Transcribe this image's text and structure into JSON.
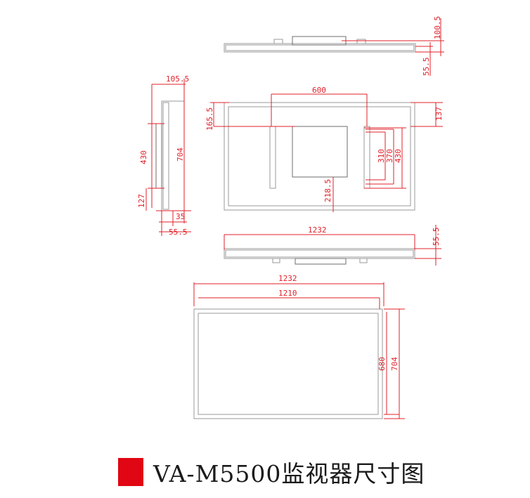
{
  "diagram": {
    "top_view": {
      "dims": {
        "depth_total": "100.5",
        "depth_body": "55.5"
      }
    },
    "side_view": {
      "dims": {
        "top_depth": "105.5",
        "mount_height": "430",
        "height": "704",
        "bottom_offset": "127",
        "thin_depth": "35",
        "body_depth": "55.5"
      }
    },
    "back_view": {
      "dims": {
        "mount_width": "600",
        "top_offset": "165.5",
        "right_top": "137",
        "h1": "310",
        "h2": "370",
        "h3": "430",
        "bottom_center": "218.5"
      }
    },
    "bottom_view": {
      "dims": {
        "width": "1232",
        "depth": "55.5"
      }
    },
    "front_view": {
      "dims": {
        "outer_width": "1232",
        "inner_width": "1210",
        "inner_height": "680",
        "outer_height": "704"
      }
    }
  },
  "caption": {
    "text": "VA-M5500监视器尺寸图",
    "marker_color": "#e10613"
  },
  "colors": {
    "dimension": "#e0202a",
    "outline": "#9a9a9a"
  }
}
